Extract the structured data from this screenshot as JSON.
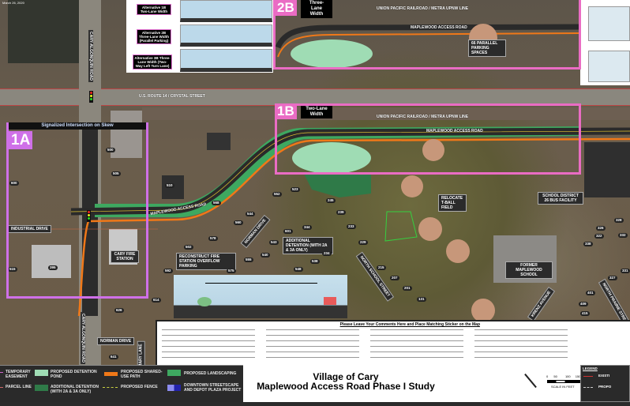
{
  "date": "March 26, 2020",
  "map_title": {
    "line1": "Village of Cary",
    "line2": "Maplewood Access Road Phase I Study"
  },
  "scale": {
    "ticks": [
      "0",
      "50",
      "100",
      "150"
    ],
    "label": "SCALE IN FEET"
  },
  "right_legend": {
    "title": "LEGEND",
    "items": [
      "EXISTI",
      "PROPO"
    ]
  },
  "comments_header": "Please Leave Your Comments Here and Place Matching Sticker on the Map",
  "legend": [
    {
      "label": "TEMPORARY EASEMENT"
    },
    {
      "label": "PARCEL LINE"
    },
    {
      "label": "PROPOSED DETENTION POND",
      "color": "#9fdcb4"
    },
    {
      "label": "ADDITIONAL DETENTION (WITH 2A & 3A ONLY)",
      "color": "#2f7a48"
    },
    {
      "label": "PROPOSED SHARED-USE PATH",
      "color": "#f07818"
    },
    {
      "label": "PROPOSED FENCE",
      "color": "#c8d040"
    },
    {
      "label": "PROPOSED LANDSCAPING",
      "color": "#3ea860"
    },
    {
      "label": "DOWNTOWN STREETSCAPE AND DEPOT PLAZA PROJECT",
      "color": "#2222aa"
    }
  ],
  "alternatives": [
    {
      "tag": "2B",
      "sub": "Three-Lane Width"
    },
    {
      "tag": "1B",
      "sub": "Two-Lane Width"
    },
    {
      "tag": "1A",
      "sub": "Signalized Intersection on Skew"
    }
  ],
  "cross_section_labels": [
    "Alternative 1B Two-Lane Width",
    "Alternative 2B Three-Lane Width (Parallel Parking)",
    "Alternative 3B Three-Lane Width (Two-Way Left Turn Lane)"
  ],
  "streets": {
    "railroad": "UNION PACIFIC RAILROAD / METRA UPNW LINE",
    "access": "MAPLEWOOD ACCESS ROAD",
    "route14": "U.S. ROUTE 14 / CRYSTAL STREET",
    "cary_algonquin": "CARY-ALGONQUIN ROAD",
    "industrial": "INDUSTRIAL DRIVE",
    "norman": "NORMAN DRIVE",
    "north_school": "NORTH SCHOOL STREET",
    "north_prairie": "NORTH PRAIRIE STREET",
    "krenz": "KRENZ AVENUE",
    "mary": "MARY LANE"
  },
  "callouts": {
    "parking": "66 PARALLEL PARKING SPACES",
    "tball": "RELOCATE T-BALL FIELD",
    "bus": "SCHOOL DISTRICT 26 BUS FACILITY",
    "school": "FORMER MAPLEWOOD SCHOOL",
    "detention": "ADDITIONAL DETENTION (WITH 2A & 3A ONLY)",
    "fire_parking": "RECONSTRUCT FIRE STATION OVERFLOW PARKING",
    "fire_station": "CARY FIRE STATION"
  },
  "parcels": [
    "500",
    "505",
    "510",
    "600",
    "395",
    "515",
    "502",
    "568",
    "552",
    "523",
    "544",
    "560",
    "245",
    "239",
    "233",
    "601",
    "344",
    "229",
    "578",
    "543",
    "540",
    "234",
    "215",
    "207",
    "555",
    "538",
    "548",
    "201",
    "575",
    "592",
    "614",
    "626",
    "641",
    "332",
    "328",
    "326",
    "322",
    "338",
    "331",
    "327",
    "401",
    "409",
    "415",
    "131"
  ]
}
